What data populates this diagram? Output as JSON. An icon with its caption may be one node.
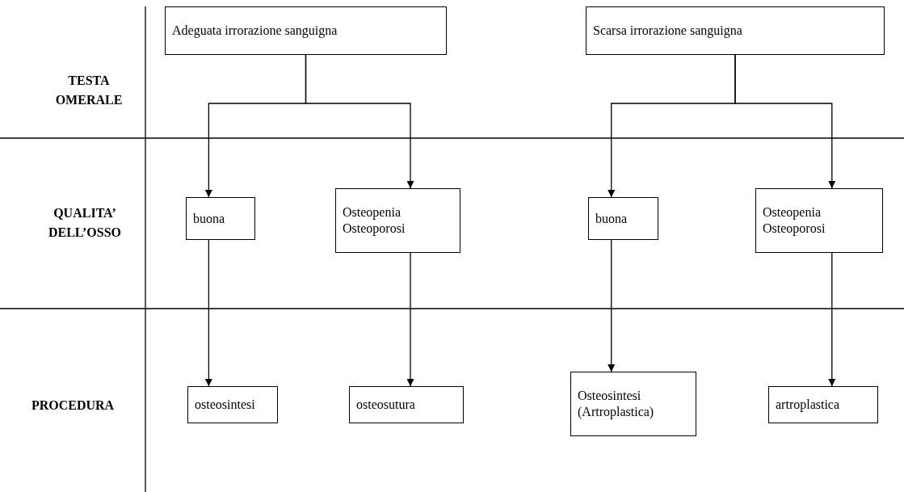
{
  "diagram": {
    "nodes": [
      {
        "text": [
          "Adeguata irrorazione sanguigna"
        ]
      },
      {
        "text": [
          "Scarsa irrorazione sanguigna"
        ]
      },
      {
        "text": [
          "buona"
        ]
      },
      {
        "text": [
          "Osteopenia Osteoporosi"
        ]
      },
      {
        "text": [
          "buona"
        ]
      },
      {
        "text": [
          "Osteopenia Osteoporosi"
        ]
      },
      {
        "text": [
          "osteosintesi"
        ]
      },
      {
        "text": [
          "osteosutura"
        ]
      },
      {
        "text": [
          "Osteosintesi (Artroplastica)"
        ]
      },
      {
        "text": [
          "artroplastica"
        ]
      }
    ],
    "edges": [
      {
        "from": 0,
        "to": 2,
        "arrow": "to"
      },
      {
        "from": 0,
        "to": 3,
        "arrow": "to"
      },
      {
        "from": 1,
        "to": 4,
        "arrow": "to"
      },
      {
        "from": 1,
        "to": 5,
        "arrow": "to"
      },
      {
        "from": 2,
        "to": 6,
        "arrow": "to"
      },
      {
        "from": 3,
        "to": 7,
        "arrow": "to"
      },
      {
        "from": 4,
        "to": 8,
        "arrow": "to"
      },
      {
        "from": 5,
        "to": 9,
        "arrow": "to"
      }
    ],
    "labels": [
      "TESTA OMERALE",
      "QUALITA’ DELL’OSSO",
      "PROCEDURA"
    ]
  }
}
